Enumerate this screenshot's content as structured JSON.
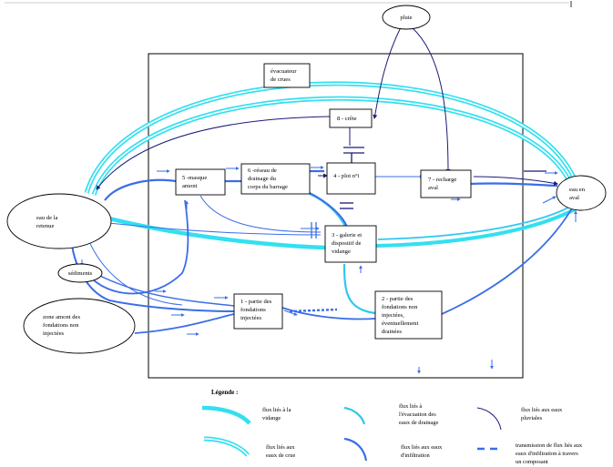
{
  "nodes": {
    "pluie": [
      "pluie"
    ],
    "evacuateur": [
      "évacuateur",
      "de crues"
    ],
    "crete": [
      "8 - crête"
    ],
    "masque": [
      "5 -masque",
      "amont"
    ],
    "reseau": [
      "6 -réseau de",
      "drainage du",
      "corps du barrage"
    ],
    "plot": [
      "4 - plot n°i"
    ],
    "recharge": [
      "7 - recharge",
      "aval"
    ],
    "galerie": [
      "3 - galerie et",
      "dispositif de",
      "vidange"
    ],
    "retenue": [
      "eau de la",
      "retenue"
    ],
    "aval": [
      "eau en",
      "aval"
    ],
    "sediments": [
      "sédiments"
    ],
    "zone_amont": [
      "zone amont des",
      "fondations non",
      "injectées"
    ],
    "partie1": [
      "1 - partie des",
      "fondations",
      "injectées"
    ],
    "partie2": [
      "2 - partie des",
      "fondations non",
      "injectées,",
      "éventuellement",
      "drainées"
    ]
  },
  "legend": {
    "title": "Légende :",
    "vidange": [
      "flux liés à la",
      "vidange"
    ],
    "drainage": [
      "flux liés à",
      "l'évacuation des",
      "eaux de drainage"
    ],
    "pluviales": [
      "flux liés aux eaux",
      "pluviales"
    ],
    "crue": [
      "flux liés aux",
      "eaux de crue"
    ],
    "infiltration": [
      "flux liés aux eaux",
      "d'infiltration"
    ],
    "transmission": [
      "transmission de flux liés aux",
      "eaux d'infiltration à travers",
      "un composant"
    ]
  },
  "colors": {
    "vidange": "#33e0f0",
    "drainage": "#2ec8ee",
    "pluviales": "#1a1a7a",
    "infiltration": "#3a6ee8",
    "crue": "#33e0f0"
  }
}
